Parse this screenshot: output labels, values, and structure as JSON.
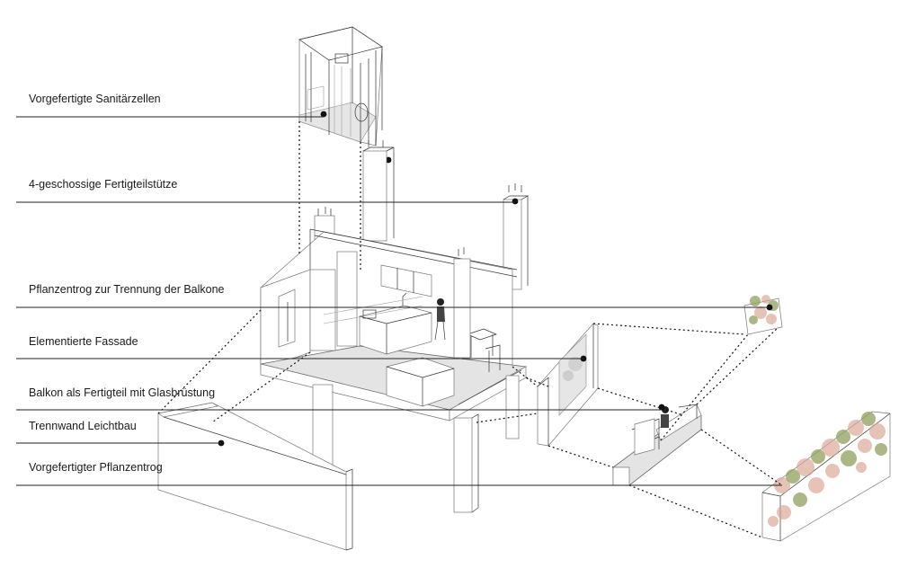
{
  "labels": [
    "Vorgefertigte Sanitärzellen",
    "4-geschossige Fertigteilstütze",
    "Pflanzentrog zur Trennung der Balkone",
    "Elementierte Fassade",
    "Balkon als Fertigteil mit Glasbrüstung",
    "Trennwand Leichtbau",
    "Vorgefertigter Pflanzentrog"
  ]
}
